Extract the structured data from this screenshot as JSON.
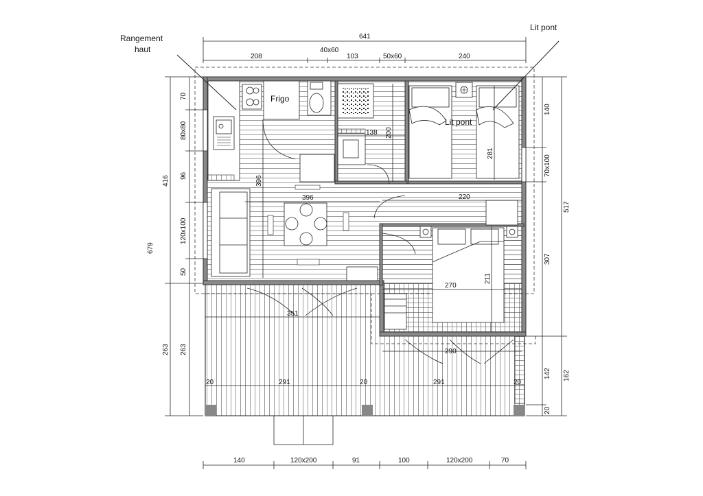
{
  "annotations": {
    "rangement_line1": "Rangement",
    "rangement_line2": "haut",
    "lit_pont_callout": "Lit pont",
    "lit_pont_room": "Lit pont",
    "frigo": "Frigo"
  },
  "top_dims": {
    "total": "641",
    "d1": "208",
    "d2": "40x60",
    "d3": "103",
    "d4": "50x60",
    "d5": "240"
  },
  "left_dims": {
    "total": "679",
    "upper": "416",
    "lower": "263",
    "a": "70",
    "b": "80x80",
    "c": "96",
    "d": "120x100",
    "e": "50",
    "f": "263"
  },
  "right_dims": {
    "total": "517",
    "a": "140",
    "b": "70x100",
    "c": "307",
    "d": "142",
    "e": "162",
    "f": "20"
  },
  "bottom_dims": {
    "a": "140",
    "b": "120x200",
    "c": "91",
    "d": "100",
    "e": "120x200",
    "f": "70"
  },
  "interior_dims": {
    "kitchen_height": "396",
    "table_width": "396",
    "bath_width": "138",
    "bath_height": "200",
    "bedroom1_height": "281",
    "corridor": "220",
    "bedroom2_width": "270",
    "bedroom2_height": "211",
    "terrace_width": "351",
    "terrace_right": "290",
    "deck_a": "20",
    "deck_b": "291",
    "deck_c": "20",
    "deck_d": "291",
    "deck_e": "20"
  }
}
